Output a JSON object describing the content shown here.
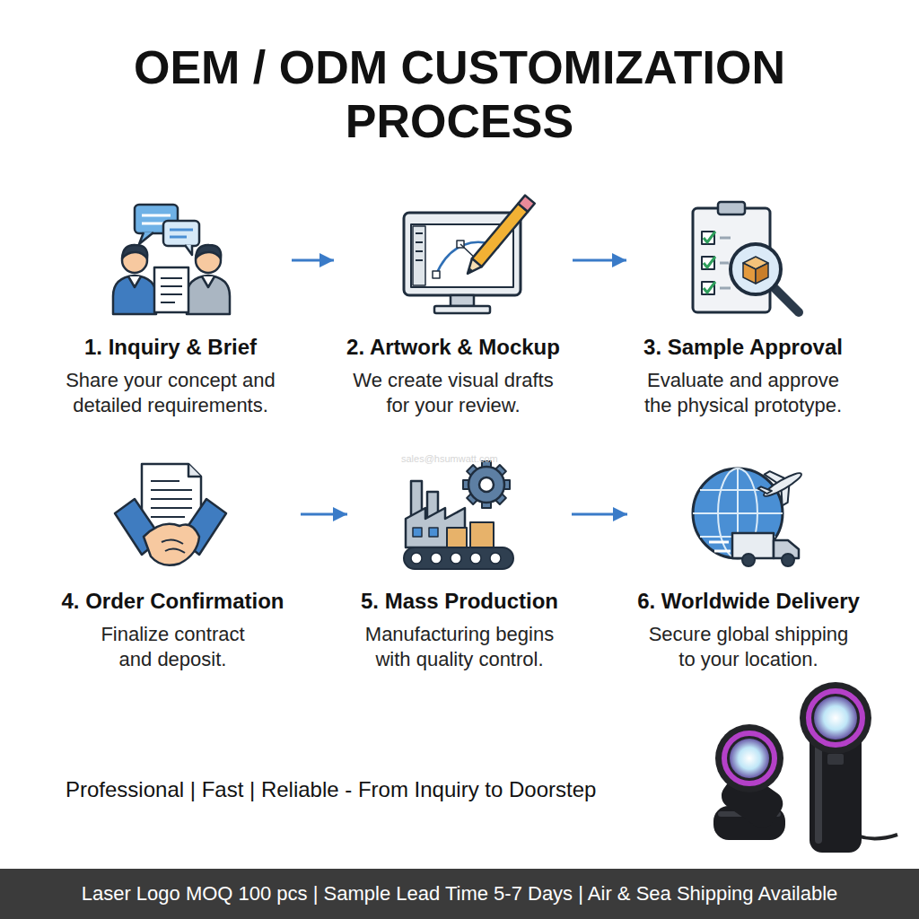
{
  "diagram": {
    "title": "OEM / ODM CUSTOMIZATION PROCESS",
    "nodes": [
      {
        "text": [
          "1. Inquiry & Brief",
          "Share your concept and detailed requirements."
        ]
      },
      {
        "text": [
          "2. Artwork & Mockup",
          "We create visual drafts for your review."
        ]
      },
      {
        "text": [
          "3. Sample Approval",
          "Evaluate and approve the physical prototype."
        ]
      },
      {
        "text": [
          "4. Order Confirmation",
          "Finalize contract and deposit."
        ]
      },
      {
        "text": [
          "5. Mass Production",
          "Manufacturing begins with quality control."
        ]
      },
      {
        "text": [
          "6. Worldwide Delivery",
          "Secure global shipping to your location."
        ]
      },
      {
        "text": [
          "Laser Logo MOQ 100 pcs | Sample Lead Time 5-7 Days | Air & Sea Shipping Available"
        ]
      }
    ],
    "edges": [
      {
        "from": 0,
        "to": 1,
        "arrow": "to"
      },
      {
        "from": 1,
        "to": 2,
        "arrow": "to"
      },
      {
        "from": 3,
        "to": 4,
        "arrow": "to"
      },
      {
        "from": 4,
        "to": 5,
        "arrow": "to"
      }
    ],
    "labels": [
      "Professional | Fast | Reliable - From Inquiry to Doorstep",
      "sales@hsumwatt.com"
    ]
  }
}
